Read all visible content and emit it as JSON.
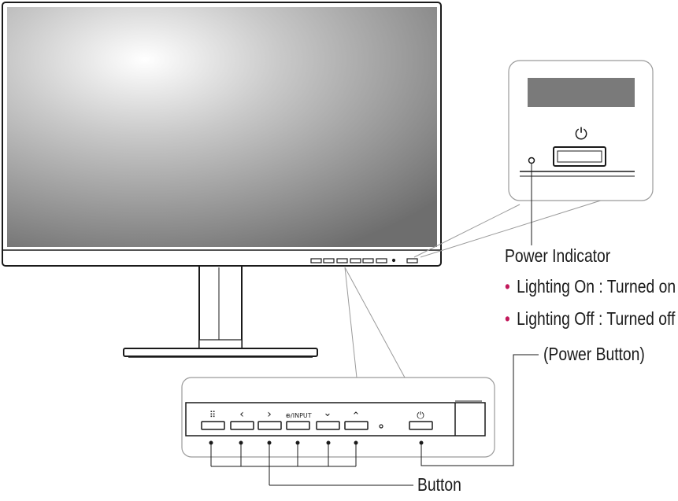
{
  "labels": {
    "power_indicator": "Power Indicator",
    "lighting_on": "Lighting On : Turned on",
    "lighting_off": "Lighting Off : Turned off",
    "power_button": "(Power Button)",
    "button": "Button"
  },
  "bullet_char": "•",
  "button_glyphs": {
    "menu": "⠿",
    "left": "‹",
    "right": "›",
    "input": "⊕/INPUT",
    "down": "⌄",
    "up": "⌃",
    "power": "⏻"
  },
  "colors": {
    "bullet": "#c2185b",
    "line": "#222222",
    "callout_line": "#9a9a9a"
  }
}
